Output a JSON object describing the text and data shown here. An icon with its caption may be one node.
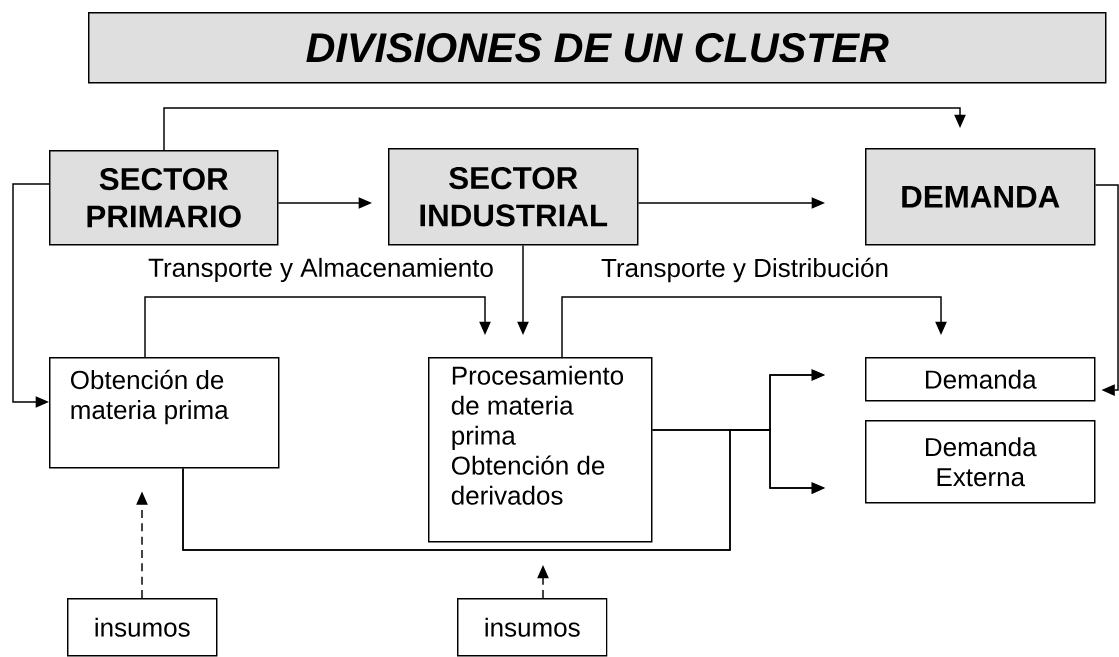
{
  "diagram": {
    "nodes": [
      {
        "text": [
          "DIVISIONES DE UN CLUSTER"
        ]
      },
      {
        "text": [
          "SECTOR PRIMARIO"
        ]
      },
      {
        "text": [
          "SECTOR INDUSTRIAL"
        ]
      },
      {
        "text": [
          "DEMANDA"
        ]
      },
      {
        "text": [
          "Obtención de materia prima"
        ]
      },
      {
        "text": [
          "Procesamiento de materia prima",
          "Obtención de derivados"
        ]
      },
      {
        "text": [
          "Demanda"
        ]
      },
      {
        "text": [
          "Demanda Externa"
        ]
      },
      {
        "text": [
          "insumos"
        ]
      },
      {
        "text": [
          "insumos"
        ]
      }
    ],
    "edges": [
      {
        "from": 1,
        "to": 3,
        "arrow": "to"
      },
      {
        "from": 1,
        "to": 2,
        "arrow": "to"
      },
      {
        "from": 2,
        "to": 3,
        "arrow": "to"
      },
      {
        "from": 1,
        "to": 4,
        "arrow": "to"
      },
      {
        "from": 4,
        "to": 5,
        "arrow": "to",
        "label": "Transporte y Almacenamiento"
      },
      {
        "from": 2,
        "to": 5,
        "arrow": "to"
      },
      {
        "from": 5,
        "to": 6,
        "arrow": "to",
        "label": "Transporte y Distribución"
      },
      {
        "from": 5,
        "to": 6,
        "arrow": "to"
      },
      {
        "from": 5,
        "to": 7,
        "arrow": "to"
      },
      {
        "from": 4,
        "to": 6,
        "arrow": "to"
      },
      {
        "from": 4,
        "to": 7,
        "arrow": "to"
      },
      {
        "from": 3,
        "to": 6,
        "arrow": "to"
      },
      {
        "from": 8,
        "to": 4,
        "arrow": "to",
        "style": "dashed"
      },
      {
        "from": 9,
        "to": null,
        "arrow": "to",
        "style": "dashed"
      }
    ]
  }
}
